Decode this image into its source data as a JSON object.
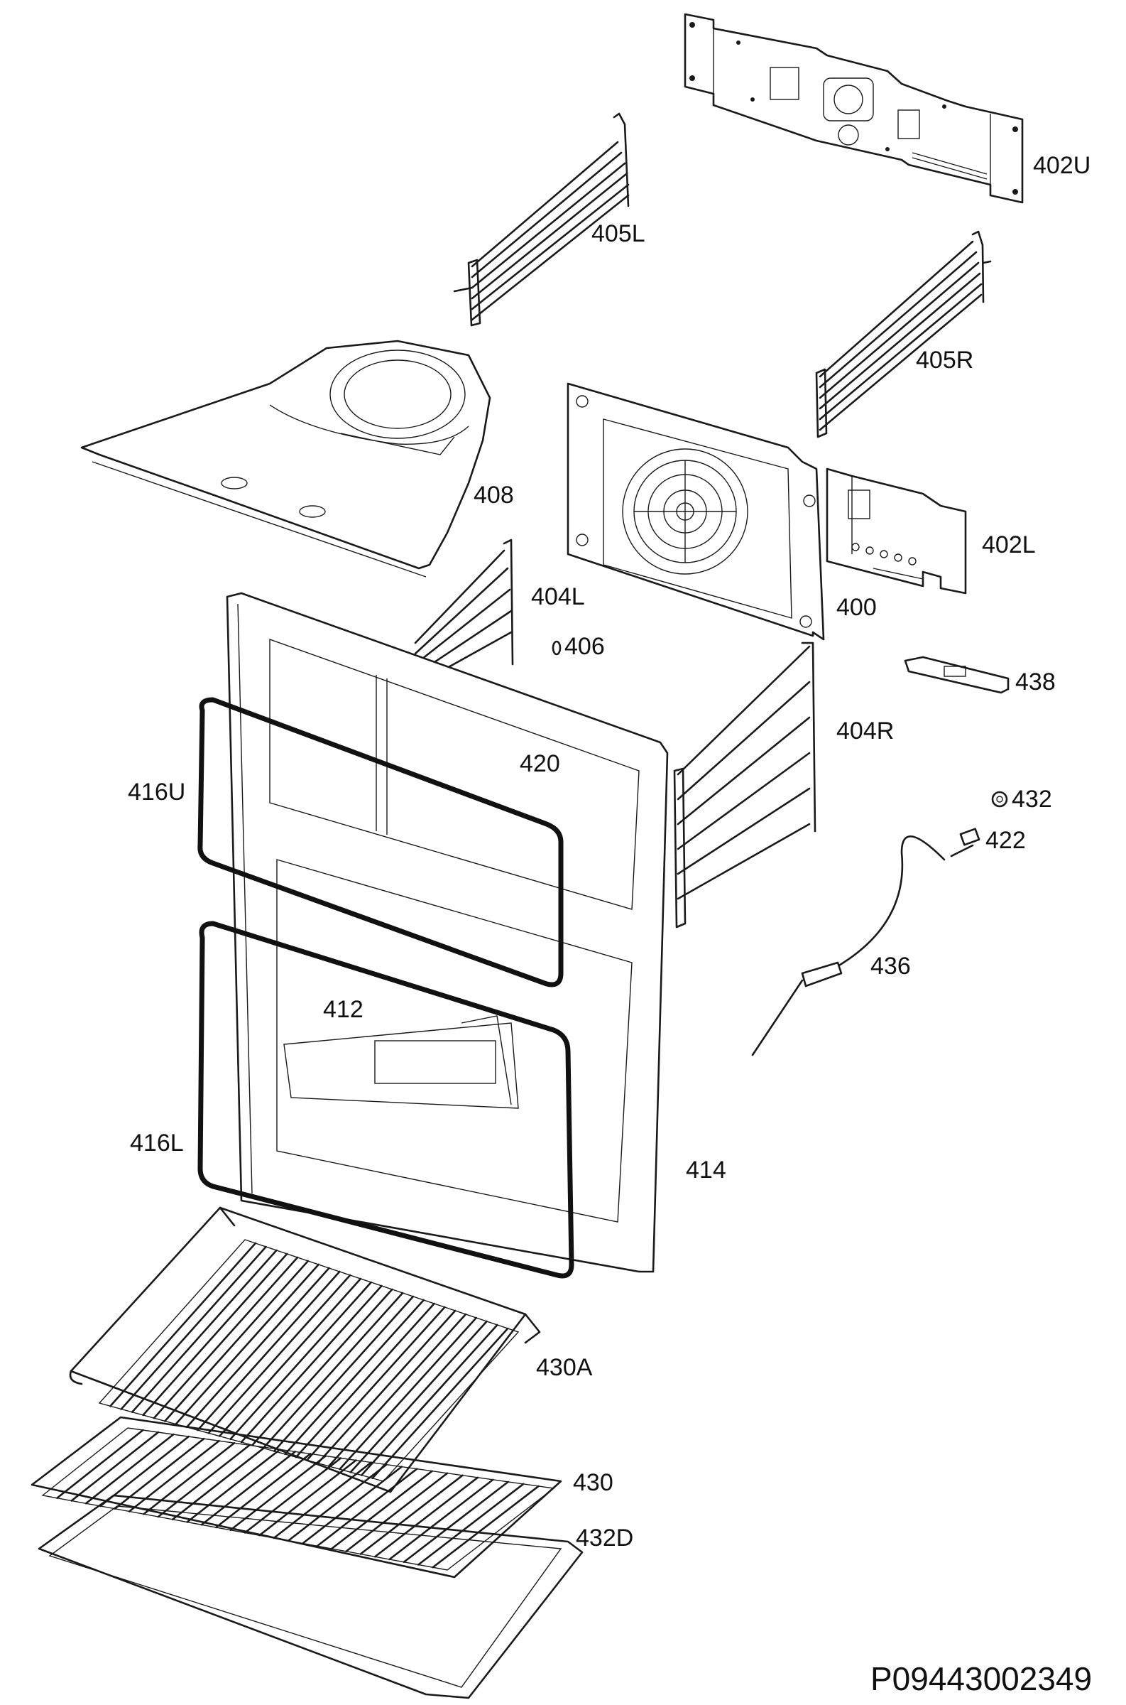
{
  "diagram": {
    "document_code": "P09443002349",
    "part_labels": {
      "p402U": "402U",
      "p405L": "405L",
      "p405R": "405R",
      "p408": "408",
      "p402L": "402L",
      "p404L": "404L",
      "p400": "400",
      "p406": "406",
      "p438": "438",
      "p404R": "404R",
      "p420": "420",
      "p416U": "416U",
      "p432": "432",
      "p422": "422",
      "p436": "436",
      "p412": "412",
      "p416L": "416L",
      "p414": "414",
      "p430A": "430A",
      "p430": "430",
      "p432D": "432D"
    }
  }
}
